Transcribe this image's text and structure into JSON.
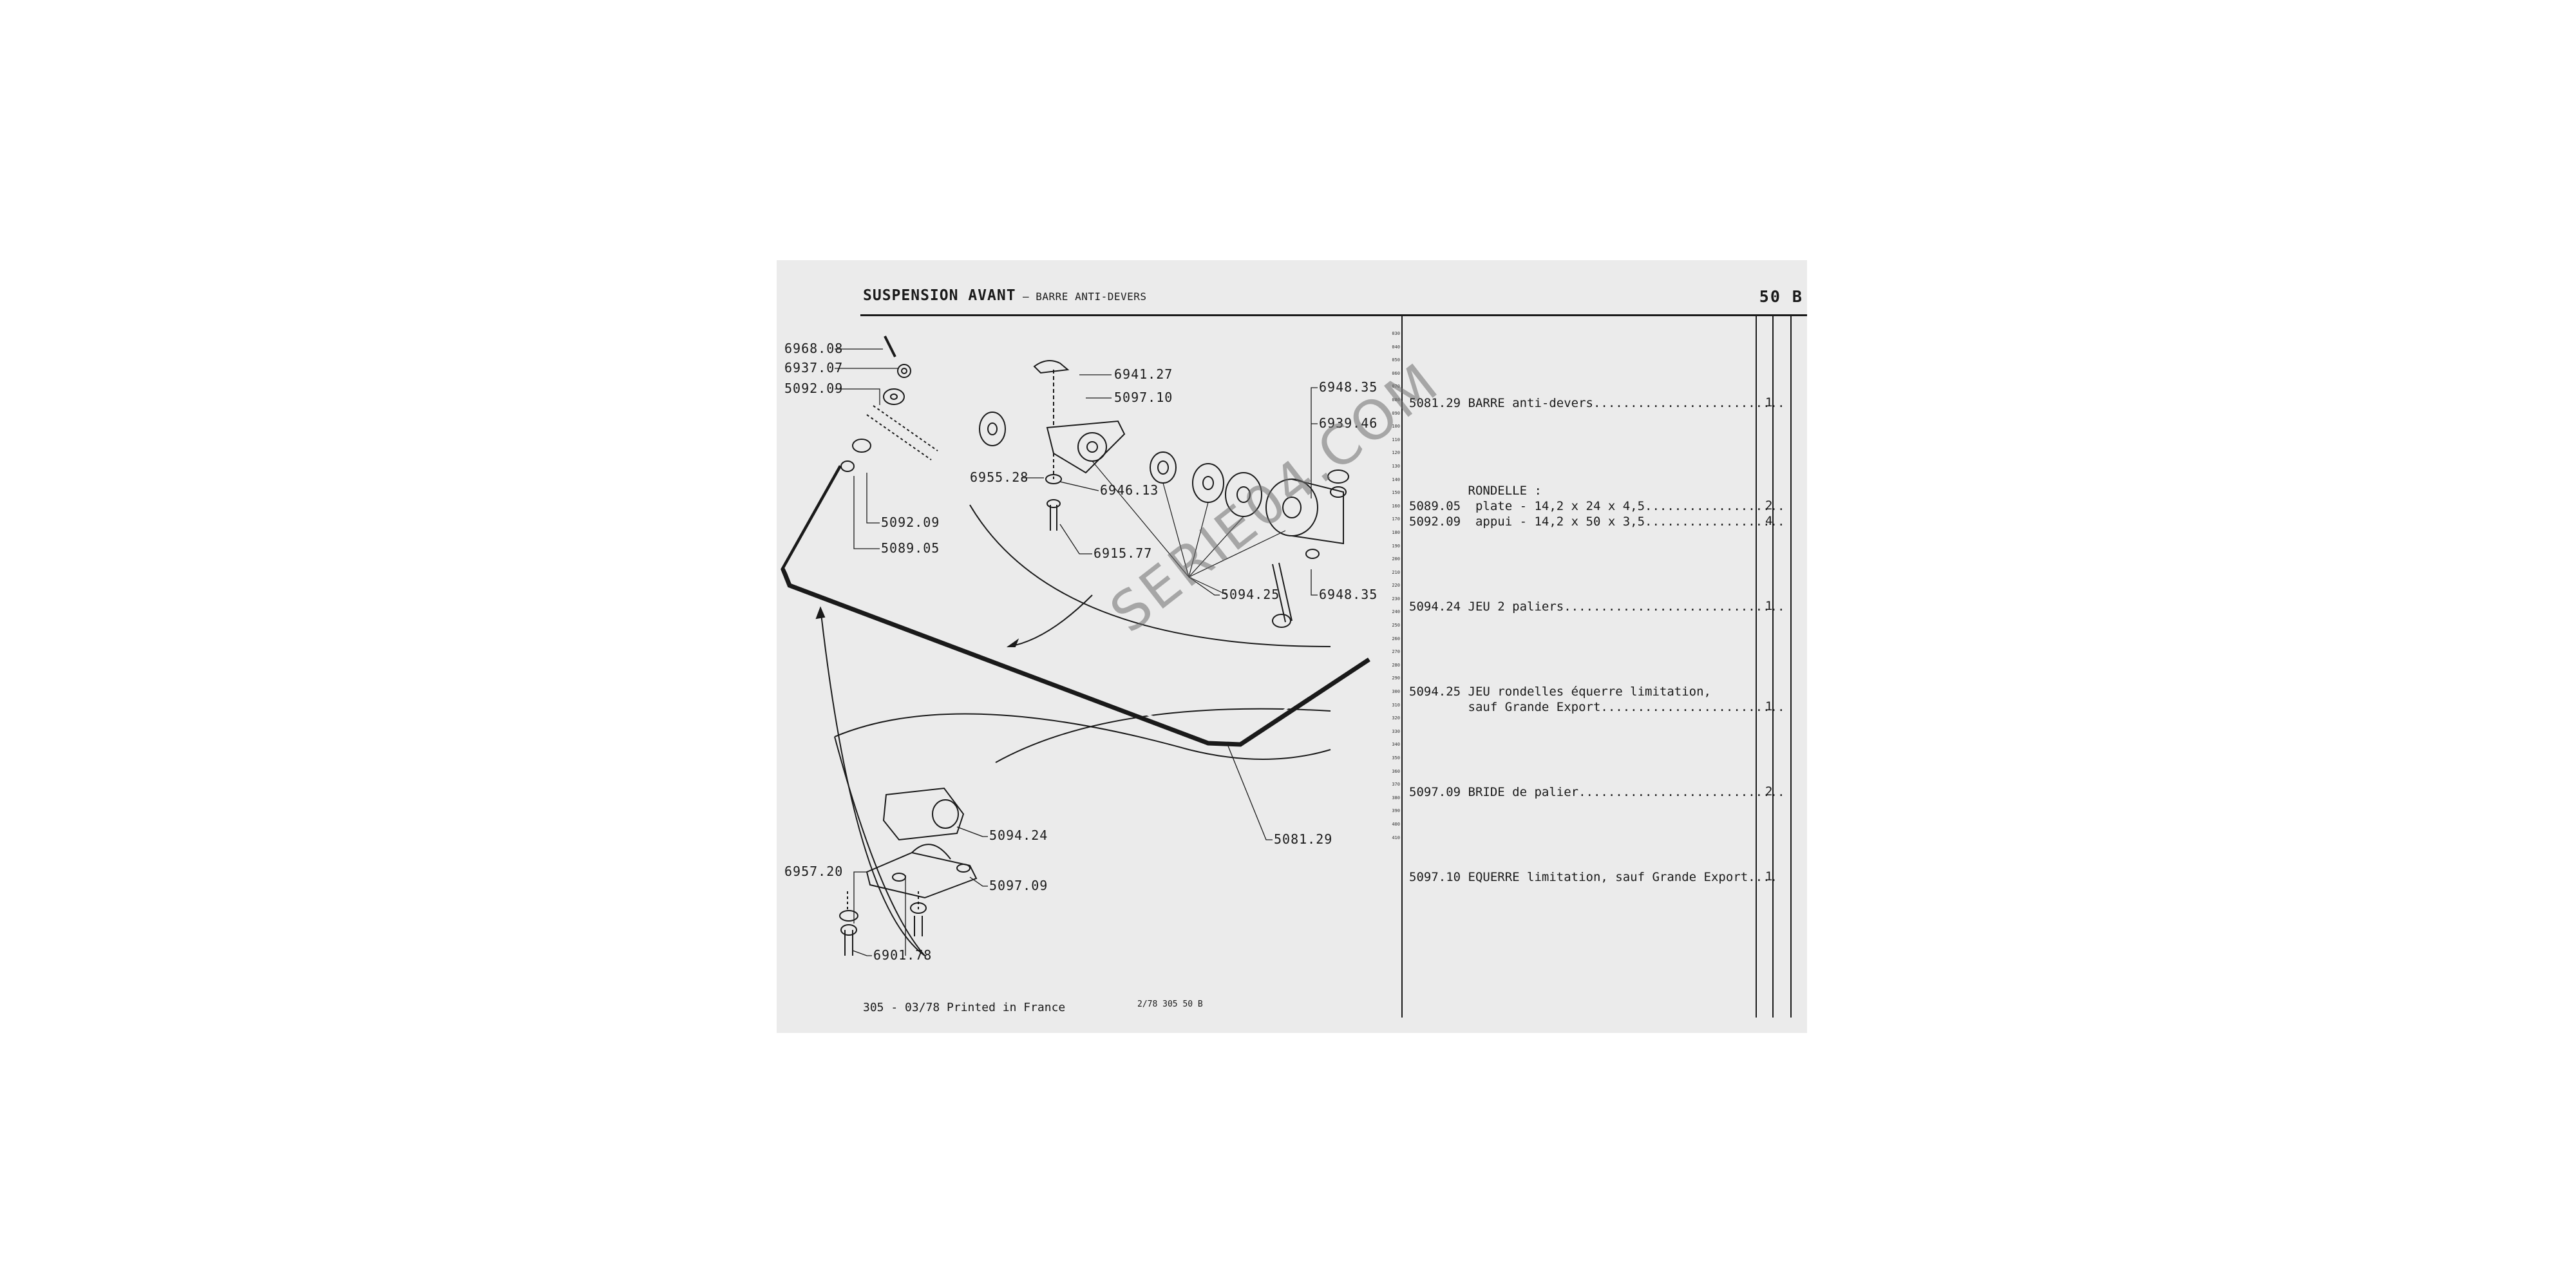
{
  "header": {
    "title": "SUSPENSION AVANT",
    "subtitle": "– BARRE ANTI-DEVERS",
    "page_code": "50 B"
  },
  "callouts": [
    "6968.08",
    "6937.07",
    "5092.09",
    "5092.09",
    "5089.05",
    "6941.27",
    "5097.10",
    "6955.28",
    "6946.13",
    "6915.77",
    "5094.25",
    "6948.35",
    "6939.46",
    "6948.35",
    "5094.24",
    "5097.09",
    "6957.20",
    "6901.78",
    "5081.29"
  ],
  "scale_ticks": [
    "030",
    "040",
    "050",
    "060",
    "070",
    "080",
    "090",
    "100",
    "110",
    "120",
    "130",
    "140",
    "150",
    "160",
    "170",
    "180",
    "190",
    "200",
    "210",
    "220",
    "230",
    "240",
    "250",
    "260",
    "270",
    "280",
    "290",
    "300",
    "310",
    "320",
    "330",
    "340",
    "350",
    "360",
    "370",
    "380",
    "390",
    "400",
    "410"
  ],
  "parts": [
    {
      "line": "5081.29 BARRE anti-devers..........................",
      "qty": "1"
    },
    {
      "line": "        RONDELLE :",
      "qty": ""
    },
    {
      "line": "5089.05  plate - 14,2 x 24 x 4,5...................",
      "qty": "2"
    },
    {
      "line": "5092.09  appui - 14,2 x 50 x 3,5...................",
      "qty": "4"
    },
    {
      "line": "5094.24 JEU 2 paliers..............................",
      "qty": "1"
    },
    {
      "line": "5094.25 JEU rondelles équerre limitation,",
      "qty": ""
    },
    {
      "line": "        sauf Grande Export.........................",
      "qty": "1"
    },
    {
      "line": "5097.09 BRIDE de palier............................",
      "qty": "2"
    },
    {
      "line": "5097.10 EQUERRE limitation, sauf Grande Export....",
      "qty": "1"
    }
  ],
  "drawing_ref": "2/78 305 50 B",
  "footer": "305 - 03/78 Printed in France",
  "watermark": "SERIE04.COM"
}
